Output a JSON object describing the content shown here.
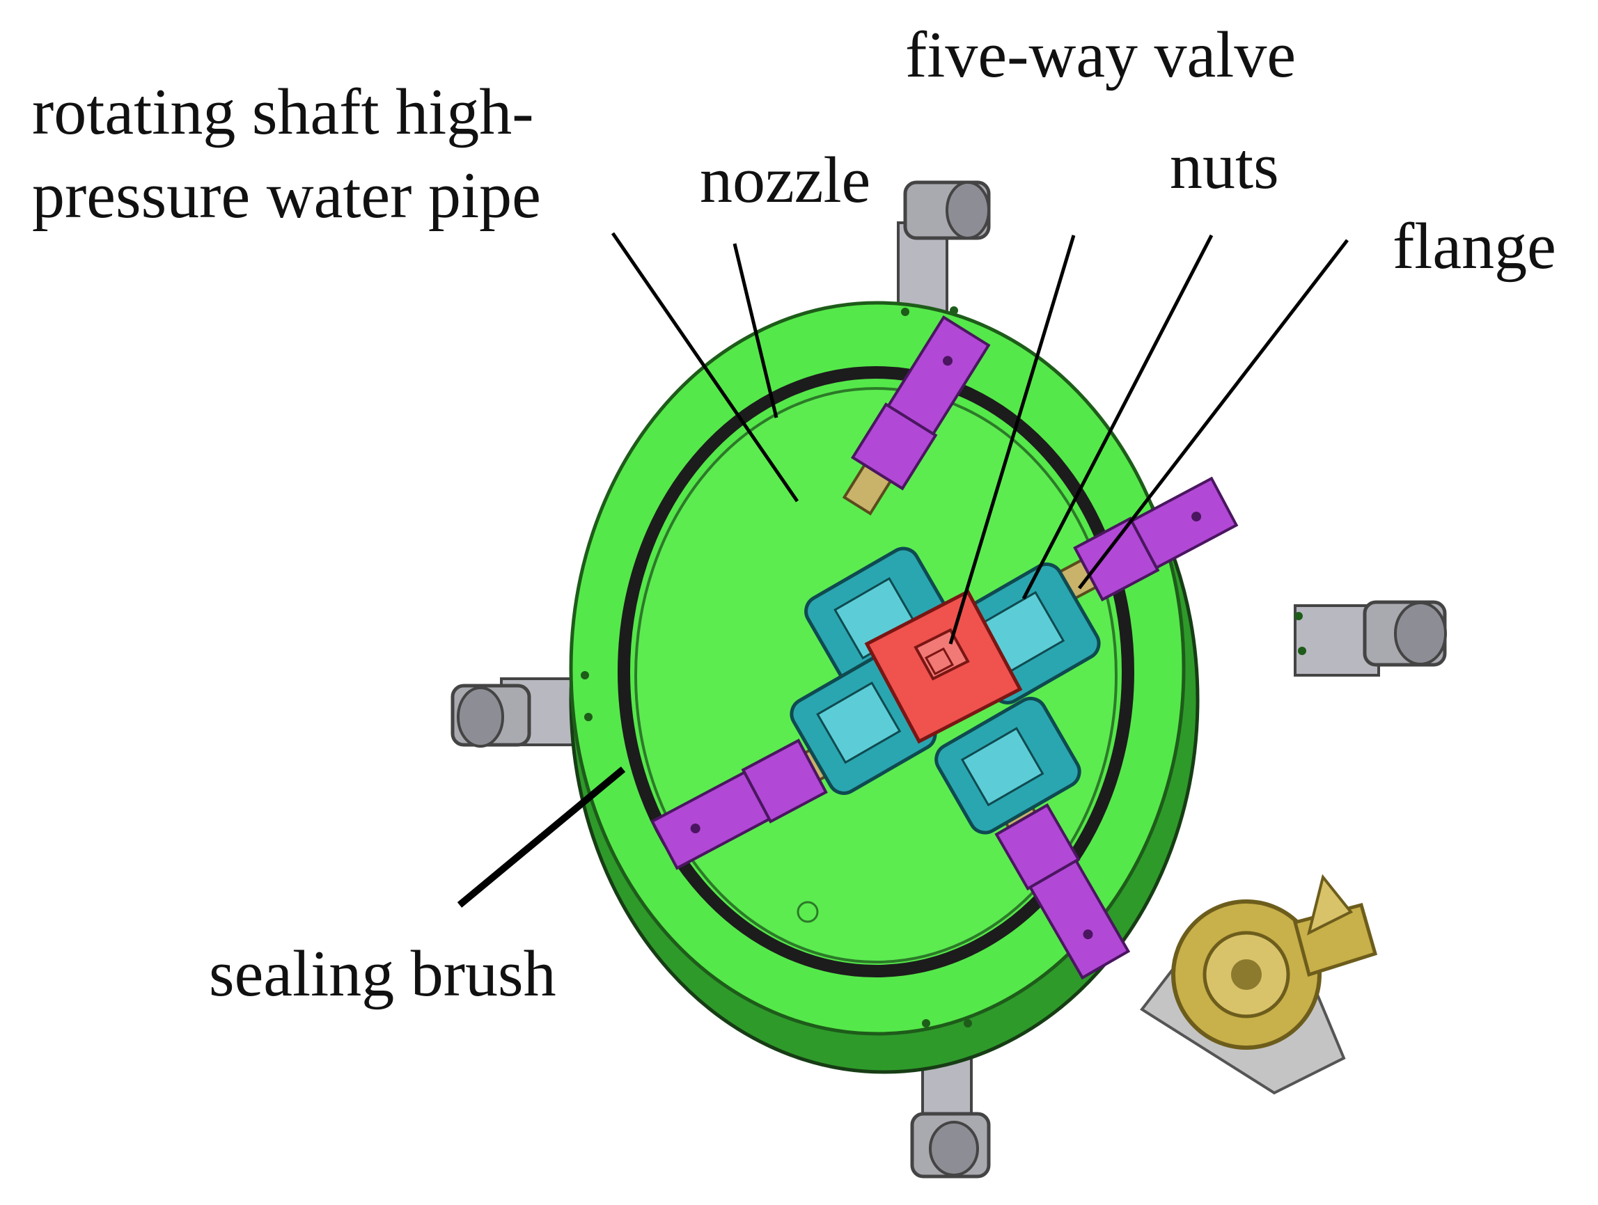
{
  "labels": {
    "five_way_valve": "five-way valve",
    "rotating_shaft_line1": "rotating shaft high-",
    "rotating_shaft_line2": "pressure water pipe",
    "nozzle": "nozzle",
    "nuts": "nuts",
    "flange": "flange",
    "sealing_brush": "sealing brush"
  },
  "colors": {
    "housing_green": "#55e84a",
    "housing_dark_green": "#2e9a2a",
    "inner_green": "#5cec50",
    "sealing_brush": "#1c1c1c",
    "nozzle_magenta": "#b248d6",
    "valve_teal": "#2aa6b0",
    "five_way_valve_red": "#f0524e",
    "brass_fitting": "#c9b26a",
    "caster_gray": "#a9a9b0",
    "motor_gold": "#c8b04a",
    "leader_line": "#000000"
  }
}
